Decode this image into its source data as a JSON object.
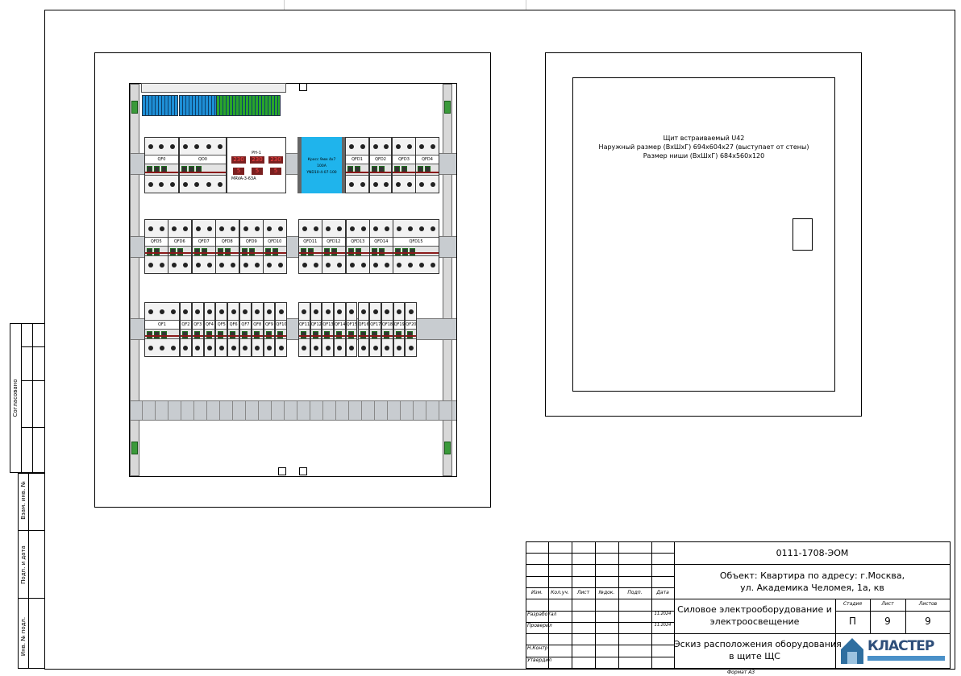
{
  "drawing": {
    "box_label": "Щит встраиваемый U42",
    "outer_size": "Наружный размер (ВхШхГ) 694х604х27 (выступает от стены)",
    "niche_size": "Размер ниши (ВхШхГ) 684х560х120"
  },
  "panel": {
    "row1": [
      "QF0",
      "QD0",
      "QFD1",
      "QFD2",
      "QFD3",
      "QFD4"
    ],
    "relay": {
      "name": "РН-1",
      "model": "MRVA-3-63A",
      "display": [
        "230",
        "230",
        "230"
      ],
      "digits": [
        "5",
        "5",
        "5"
      ]
    },
    "cross": {
      "line1": "Кросс 9мм 4х7",
      "line2": "100А",
      "line3": "YND10-4-07-100"
    },
    "row2": [
      "QFD5",
      "QFD6",
      "QFD7",
      "QFD8",
      "QFD9",
      "QFD10",
      "QFD11",
      "QFD12",
      "QFD13",
      "QFD14",
      "QFD15"
    ],
    "row3": [
      "QF1",
      "QF2",
      "QF3",
      "QF4",
      "QF5",
      "QF6",
      "QF7",
      "QF8",
      "QF9",
      "QF10",
      "QF11",
      "QF12",
      "QF13",
      "QF14",
      "QF15",
      "QF16",
      "QF17",
      "QF18",
      "QF19",
      "QF20"
    ]
  },
  "side_stamp": {
    "agreed": "Согласовано",
    "inv_replace": "Взам. инв. №",
    "sign_date": "Подп. и дата",
    "inv_orig": "Инв. № подл."
  },
  "title_block": {
    "code": "0111-1708-ЭОМ",
    "object_line1": "Объект: Квартира по адресу: г.Москва,",
    "object_line2": "ул. Академика Челомея, 1а, кв",
    "headers": [
      "Изм.",
      "Кол.уч.",
      "Лист",
      "№док.",
      "Подп.",
      "Дата"
    ],
    "roles": [
      {
        "role": "Разработал",
        "date": "11.2024"
      },
      {
        "role": "Проверил",
        "date": "11.2024"
      },
      {
        "role": "",
        "date": ""
      },
      {
        "role": "Н.Контр",
        "date": ""
      },
      {
        "role": "Утвердил",
        "date": ""
      }
    ],
    "section_line1": "Силовое электрооборудование и",
    "section_line2": "электроосвещение",
    "sheet_title_line1": "Эскиз расположения оборудования",
    "sheet_title_line2": "в щите ЩС",
    "stage_label": "Стадия",
    "sheet_label": "Лист",
    "sheets_label": "Листов",
    "stage": "П",
    "sheet": "9",
    "sheets": "9",
    "logo": "КЛАСТЕР",
    "format": "Формат А3"
  }
}
